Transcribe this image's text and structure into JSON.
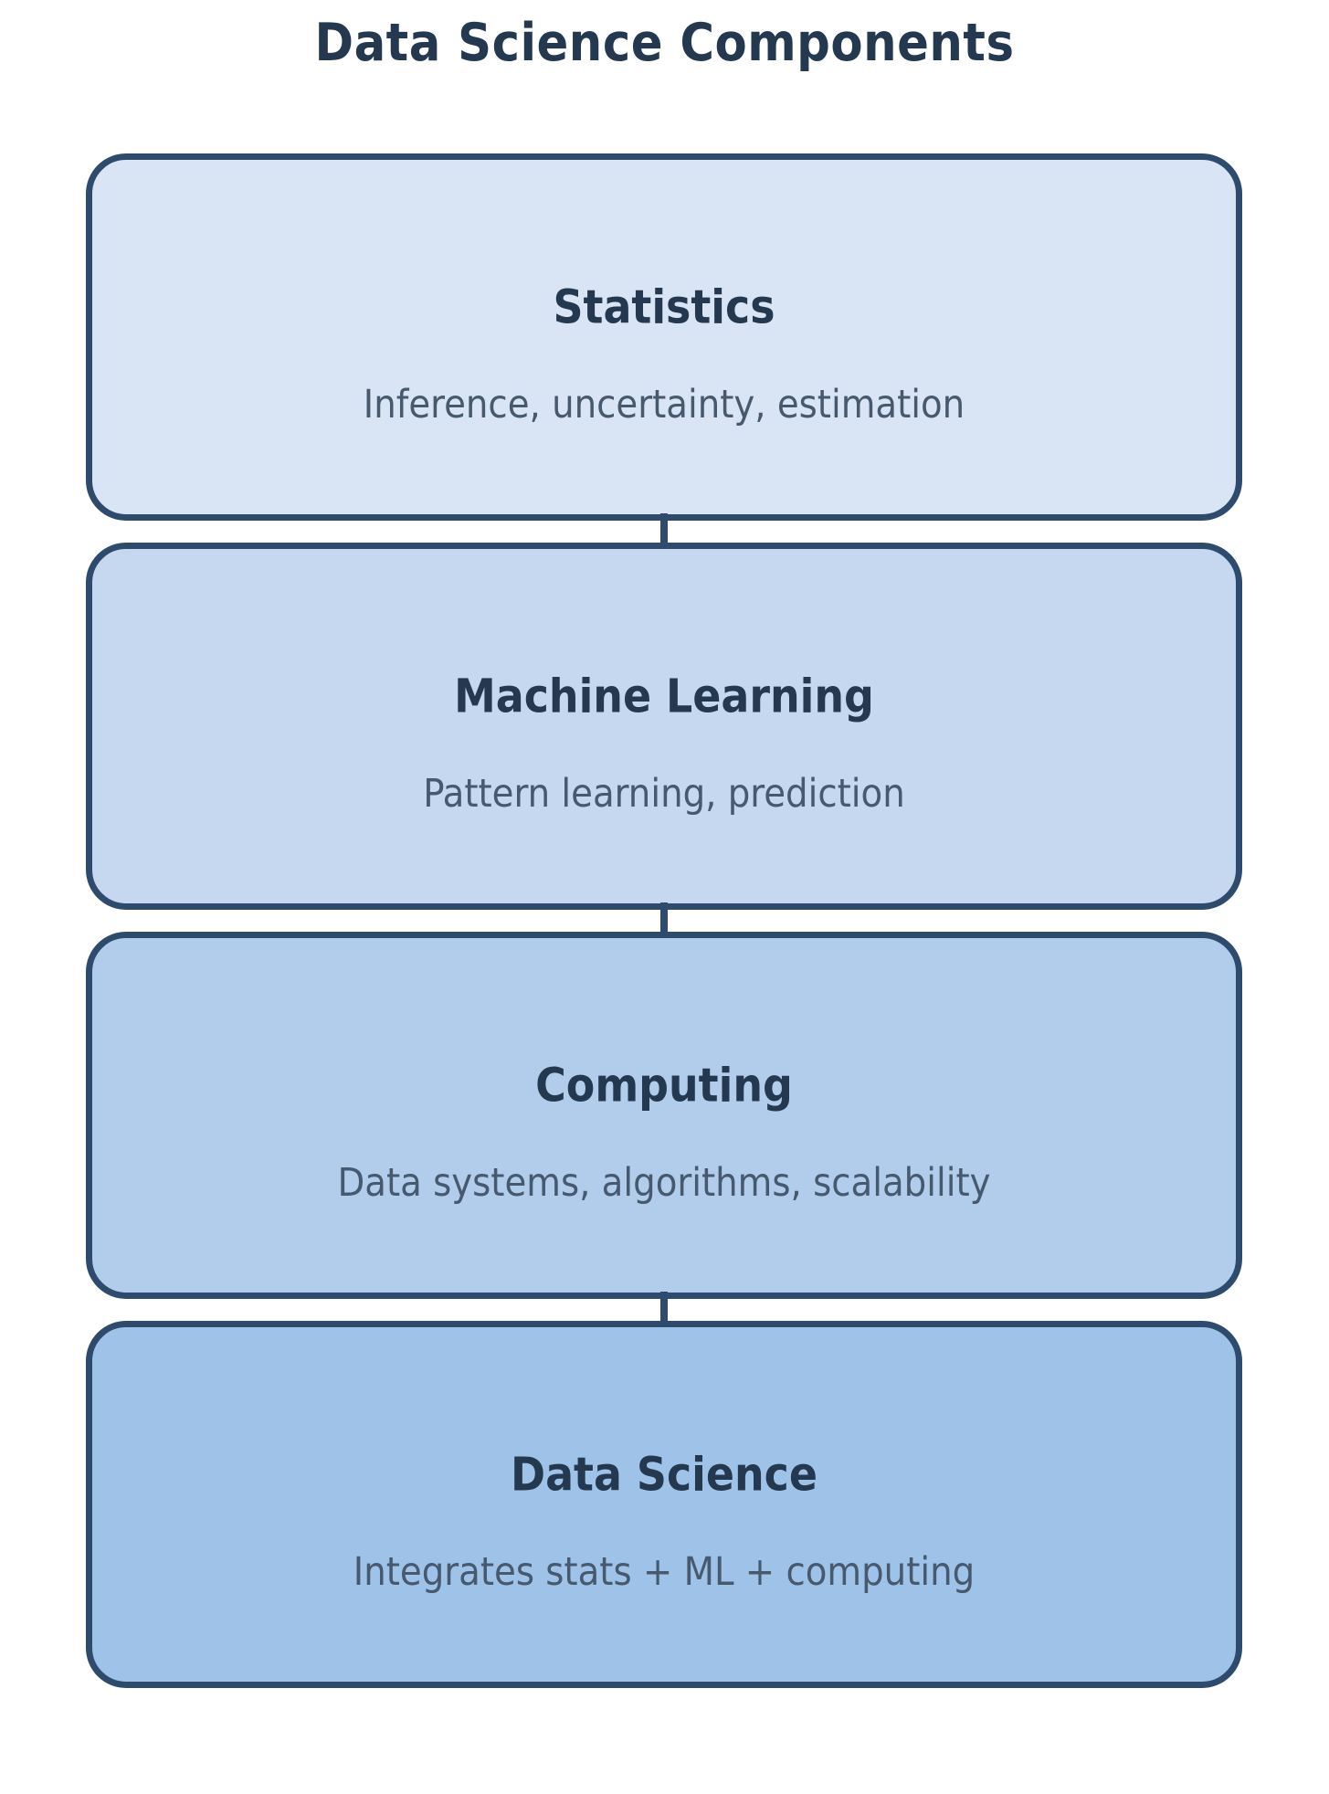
{
  "title": {
    "text": "Data Science Components",
    "color": "#24384f"
  },
  "diagram": {
    "border_color": "#2e4a6d",
    "connector_color": "#2e4a6d",
    "box_title_color": "#24384f",
    "box_subtitle_color": "#47596e",
    "background_color": "#ffffff",
    "boxes": [
      {
        "title": "Statistics",
        "subtitle": "Inference, uncertainty, estimation",
        "fill": "#d9e5f4"
      },
      {
        "title": "Machine Learning",
        "subtitle": "Pattern learning, prediction",
        "fill": "#c5d8f0"
      },
      {
        "title": "Computing",
        "subtitle": "Data systems, algorithms, scalability",
        "fill": "#b2cdec"
      },
      {
        "title": "Data Science",
        "subtitle": "Integrates stats + ML + computing",
        "fill": "#9fc3e8"
      }
    ]
  }
}
